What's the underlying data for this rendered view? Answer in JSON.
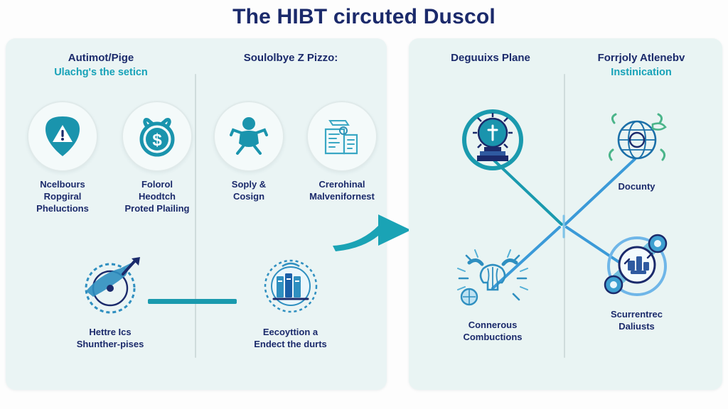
{
  "title": "The HIBT circuted Duscol",
  "colors": {
    "title_navy": "#1b2a6b",
    "accent_teal": "#17a2b8",
    "icon_teal": "#1a94ad",
    "panel_bg": "#eaf4f4",
    "divider": "#cfdcdc",
    "arrow": "#1a9aae"
  },
  "left_panel": {
    "columns": [
      {
        "heading": "Autimot/Pige",
        "subheading": "Ulachg's the seticn"
      },
      {
        "heading": "Soulolbye Z Pizzo:",
        "subheading": ""
      }
    ],
    "nodes": [
      {
        "icon": "shield-warning-icon",
        "label": "Ncelbours\nRopgiral\nPheluctions"
      },
      {
        "icon": "money-dollar-icon",
        "label": "Folorol\nHeodtch\nProted Plailing"
      },
      {
        "icon": "person-figure-icon",
        "label": "Soply &\nCosign"
      },
      {
        "icon": "documents-building-icon",
        "label": "Crerohinal\nMalvenifornest"
      },
      {
        "icon": "compass-arrow-icon",
        "label": "Hettre Ics\nShunther-pises"
      },
      {
        "icon": "books-globe-icon",
        "label": "Eecoyttion a\nEndect the durts"
      }
    ]
  },
  "right_panel": {
    "columns": [
      {
        "heading": "Deguuixs Plane",
        "subheading": ""
      },
      {
        "heading": "Forrjoly Atlenebv",
        "subheading": "Instinication"
      }
    ],
    "nodes": [
      {
        "icon": "trophy-monument-icon",
        "label": ""
      },
      {
        "icon": "globe-network-icon",
        "label": "Docunty"
      },
      {
        "icon": "brain-idea-icon",
        "label": "Connerous\nCombuctions"
      },
      {
        "icon": "gear-wrench-icon",
        "label": "Scurrentrec\nDaliusts"
      }
    ]
  },
  "arrow": {
    "name": "flow-arrow-right"
  }
}
